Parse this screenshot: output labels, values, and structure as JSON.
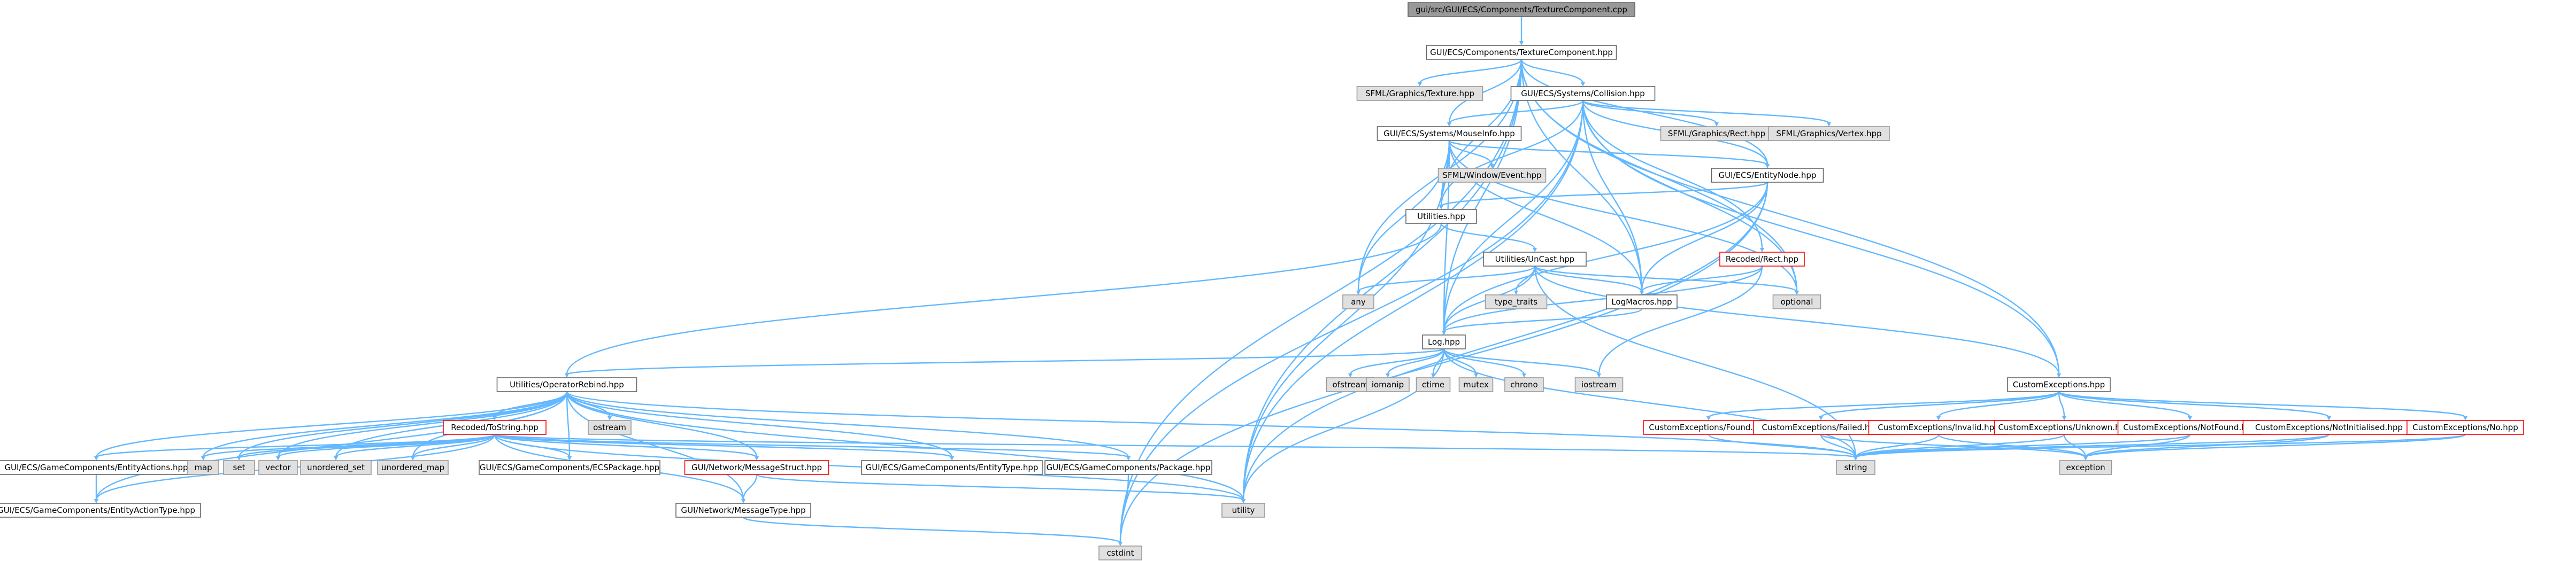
{
  "diagram": {
    "kind": "include dependency graph",
    "colors": {
      "edge": "#63b8ff",
      "root_fill": "#999999",
      "file_fill": "#ffffff",
      "file_border": "#666666",
      "system_fill": "#e0e0e0",
      "system_border": "#999999",
      "truncated_border": "#ff0000"
    },
    "nodes": [
      {
        "id": "root",
        "label": "gui/src/GUI/ECS/Components/TextureComponent.cpp",
        "kind": "root"
      },
      {
        "id": "tch",
        "label": "GUI/ECS/Components/TextureComponent.hpp",
        "kind": "file"
      },
      {
        "id": "sftex",
        "label": "SFML/Graphics/Texture.hpp",
        "kind": "system"
      },
      {
        "id": "coll",
        "label": "GUI/ECS/Systems/Collision.hpp",
        "kind": "file"
      },
      {
        "id": "mouse",
        "label": "GUI/ECS/Systems/MouseInfo.hpp",
        "kind": "file"
      },
      {
        "id": "sfrect",
        "label": "SFML/Graphics/Rect.hpp",
        "kind": "system"
      },
      {
        "id": "sfvert",
        "label": "SFML/Graphics/Vertex.hpp",
        "kind": "system"
      },
      {
        "id": "sfevt",
        "label": "SFML/Window/Event.hpp",
        "kind": "system"
      },
      {
        "id": "enode",
        "label": "GUI/ECS/EntityNode.hpp",
        "kind": "file"
      },
      {
        "id": "util",
        "label": "Utilities.hpp",
        "kind": "file"
      },
      {
        "id": "recrect",
        "label": "Recoded/Rect.hpp",
        "kind": "truncated"
      },
      {
        "id": "uncast",
        "label": "Utilities/UnCast.hpp",
        "kind": "file"
      },
      {
        "id": "any",
        "label": "any",
        "kind": "system"
      },
      {
        "id": "typetr",
        "label": "type_traits",
        "kind": "system"
      },
      {
        "id": "logmac",
        "label": "LogMacros.hpp",
        "kind": "file"
      },
      {
        "id": "optional",
        "label": "optional",
        "kind": "system"
      },
      {
        "id": "log",
        "label": "Log.hpp",
        "kind": "file"
      },
      {
        "id": "oprebind",
        "label": "Utilities/OperatorRebind.hpp",
        "kind": "file"
      },
      {
        "id": "ofstream",
        "label": "ofstream",
        "kind": "system"
      },
      {
        "id": "iomanip",
        "label": "iomanip",
        "kind": "system"
      },
      {
        "id": "ctime",
        "label": "ctime",
        "kind": "system"
      },
      {
        "id": "mutex",
        "label": "mutex",
        "kind": "system"
      },
      {
        "id": "chrono",
        "label": "chrono",
        "kind": "system"
      },
      {
        "id": "iostream",
        "label": "iostream",
        "kind": "system"
      },
      {
        "id": "custexc",
        "label": "CustomExceptions.hpp",
        "kind": "file"
      },
      {
        "id": "ostream",
        "label": "ostream",
        "kind": "system"
      },
      {
        "id": "tostring",
        "label": "Recoded/ToString.hpp",
        "kind": "truncated"
      },
      {
        "id": "ceFound",
        "label": "CustomExceptions/Found.hpp",
        "kind": "truncated"
      },
      {
        "id": "ceFailed",
        "label": "CustomExceptions/Failed.hpp",
        "kind": "truncated"
      },
      {
        "id": "ceInvalid",
        "label": "CustomExceptions/Invalid.hpp",
        "kind": "truncated"
      },
      {
        "id": "ceUnknown",
        "label": "CustomExceptions/Unknown.hpp",
        "kind": "truncated"
      },
      {
        "id": "ceNotFound",
        "label": "CustomExceptions/NotFound.hpp",
        "kind": "truncated"
      },
      {
        "id": "ceNotInit",
        "label": "CustomExceptions/NotInitialised.hpp",
        "kind": "truncated"
      },
      {
        "id": "ceNo",
        "label": "CustomExceptions/No.hpp",
        "kind": "truncated"
      },
      {
        "id": "gcActions",
        "label": "GUI/ECS/GameComponents/EntityActions.hpp",
        "kind": "file"
      },
      {
        "id": "map",
        "label": "map",
        "kind": "system"
      },
      {
        "id": "set",
        "label": "set",
        "kind": "system"
      },
      {
        "id": "vector",
        "label": "vector",
        "kind": "system"
      },
      {
        "id": "uset",
        "label": "unordered_set",
        "kind": "system"
      },
      {
        "id": "umap",
        "label": "unordered_map",
        "kind": "system"
      },
      {
        "id": "ecspkg",
        "label": "GUI/ECS/GameComponents/ECSPackage.hpp",
        "kind": "file"
      },
      {
        "id": "msgstruct",
        "label": "GUI/Network/MessageStruct.hpp",
        "kind": "truncated"
      },
      {
        "id": "enttype",
        "label": "GUI/ECS/GameComponents/EntityType.hpp",
        "kind": "file"
      },
      {
        "id": "package",
        "label": "GUI/ECS/GameComponents/Package.hpp",
        "kind": "file"
      },
      {
        "id": "string",
        "label": "string",
        "kind": "system"
      },
      {
        "id": "exception",
        "label": "exception",
        "kind": "system"
      },
      {
        "id": "actiontype",
        "label": "GUI/ECS/GameComponents/EntityActionType.hpp",
        "kind": "file"
      },
      {
        "id": "msgtype",
        "label": "GUI/Network/MessageType.hpp",
        "kind": "file"
      },
      {
        "id": "utility",
        "label": "utility",
        "kind": "system"
      },
      {
        "id": "cstdint",
        "label": "cstdint",
        "kind": "system"
      }
    ],
    "edges": [
      [
        "root",
        "tch"
      ],
      [
        "tch",
        "sftex"
      ],
      [
        "tch",
        "coll"
      ],
      [
        "tch",
        "mouse"
      ],
      [
        "tch",
        "enode"
      ],
      [
        "tch",
        "util"
      ],
      [
        "tch",
        "any"
      ],
      [
        "tch",
        "logmac"
      ],
      [
        "tch",
        "optional"
      ],
      [
        "tch",
        "log"
      ],
      [
        "tch",
        "custexc"
      ],
      [
        "tch",
        "utility"
      ],
      [
        "tch",
        "cstdint"
      ],
      [
        "coll",
        "sfrect"
      ],
      [
        "coll",
        "sfvert"
      ],
      [
        "coll",
        "mouse"
      ],
      [
        "coll",
        "enode"
      ],
      [
        "coll",
        "util"
      ],
      [
        "coll",
        "recrect"
      ],
      [
        "coll",
        "logmac"
      ],
      [
        "coll",
        "log"
      ],
      [
        "coll",
        "optional"
      ],
      [
        "coll",
        "custexc"
      ],
      [
        "coll",
        "utility"
      ],
      [
        "coll",
        "cstdint"
      ],
      [
        "mouse",
        "sfevt"
      ],
      [
        "mouse",
        "enode"
      ],
      [
        "mouse",
        "util"
      ],
      [
        "mouse",
        "any"
      ],
      [
        "mouse",
        "logmac"
      ],
      [
        "mouse",
        "log"
      ],
      [
        "mouse",
        "optional"
      ],
      [
        "mouse",
        "utility"
      ],
      [
        "enode",
        "util"
      ],
      [
        "enode",
        "logmac"
      ],
      [
        "enode",
        "log"
      ],
      [
        "enode",
        "utility"
      ],
      [
        "enode",
        "cstdint"
      ],
      [
        "util",
        "uncast"
      ],
      [
        "util",
        "oprebind"
      ],
      [
        "uncast",
        "any"
      ],
      [
        "uncast",
        "typetr"
      ],
      [
        "uncast",
        "logmac"
      ],
      [
        "uncast",
        "optional"
      ],
      [
        "uncast",
        "log"
      ],
      [
        "uncast",
        "custexc"
      ],
      [
        "uncast",
        "string"
      ],
      [
        "recrect",
        "logmac"
      ],
      [
        "recrect",
        "log"
      ],
      [
        "recrect",
        "iostream"
      ],
      [
        "logmac",
        "log"
      ],
      [
        "log",
        "ofstream"
      ],
      [
        "log",
        "iomanip"
      ],
      [
        "log",
        "ctime"
      ],
      [
        "log",
        "mutex"
      ],
      [
        "log",
        "chrono"
      ],
      [
        "log",
        "iostream"
      ],
      [
        "log",
        "string"
      ],
      [
        "log",
        "oprebind"
      ],
      [
        "log",
        "utility"
      ],
      [
        "oprebind",
        "gcActions"
      ],
      [
        "oprebind",
        "map"
      ],
      [
        "oprebind",
        "set"
      ],
      [
        "oprebind",
        "vector"
      ],
      [
        "oprebind",
        "uset"
      ],
      [
        "oprebind",
        "umap"
      ],
      [
        "oprebind",
        "ostream"
      ],
      [
        "oprebind",
        "tostring"
      ],
      [
        "oprebind",
        "ecspkg"
      ],
      [
        "oprebind",
        "msgstruct"
      ],
      [
        "oprebind",
        "enttype"
      ],
      [
        "oprebind",
        "package"
      ],
      [
        "oprebind",
        "msgtype"
      ],
      [
        "oprebind",
        "actiontype"
      ],
      [
        "oprebind",
        "string"
      ],
      [
        "oprebind",
        "utility"
      ],
      [
        "tostring",
        "gcActions"
      ],
      [
        "tostring",
        "map"
      ],
      [
        "tostring",
        "set"
      ],
      [
        "tostring",
        "vector"
      ],
      [
        "tostring",
        "uset"
      ],
      [
        "tostring",
        "umap"
      ],
      [
        "tostring",
        "ecspkg"
      ],
      [
        "tostring",
        "msgstruct"
      ],
      [
        "tostring",
        "enttype"
      ],
      [
        "tostring",
        "package"
      ],
      [
        "tostring",
        "msgtype"
      ],
      [
        "tostring",
        "actiontype"
      ],
      [
        "tostring",
        "string"
      ],
      [
        "tostring",
        "utility"
      ],
      [
        "gcActions",
        "actiontype"
      ],
      [
        "msgstruct",
        "msgtype"
      ],
      [
        "msgstruct",
        "utility"
      ],
      [
        "package",
        "cstdint"
      ],
      [
        "msgtype",
        "cstdint"
      ],
      [
        "custexc",
        "ceFound"
      ],
      [
        "custexc",
        "ceFailed"
      ],
      [
        "custexc",
        "ceInvalid"
      ],
      [
        "custexc",
        "ceUnknown"
      ],
      [
        "custexc",
        "ceNotFound"
      ],
      [
        "custexc",
        "ceNotInit"
      ],
      [
        "custexc",
        "ceNo"
      ],
      [
        "ceFound",
        "string"
      ],
      [
        "ceFailed",
        "string"
      ],
      [
        "ceFailed",
        "exception"
      ],
      [
        "ceInvalid",
        "string"
      ],
      [
        "ceInvalid",
        "exception"
      ],
      [
        "ceUnknown",
        "string"
      ],
      [
        "ceUnknown",
        "exception"
      ],
      [
        "ceNotFound",
        "string"
      ],
      [
        "ceNotFound",
        "exception"
      ],
      [
        "ceNotInit",
        "string"
      ],
      [
        "ceNotInit",
        "exception"
      ],
      [
        "ceNo",
        "string"
      ],
      [
        "ceNo",
        "exception"
      ]
    ]
  }
}
